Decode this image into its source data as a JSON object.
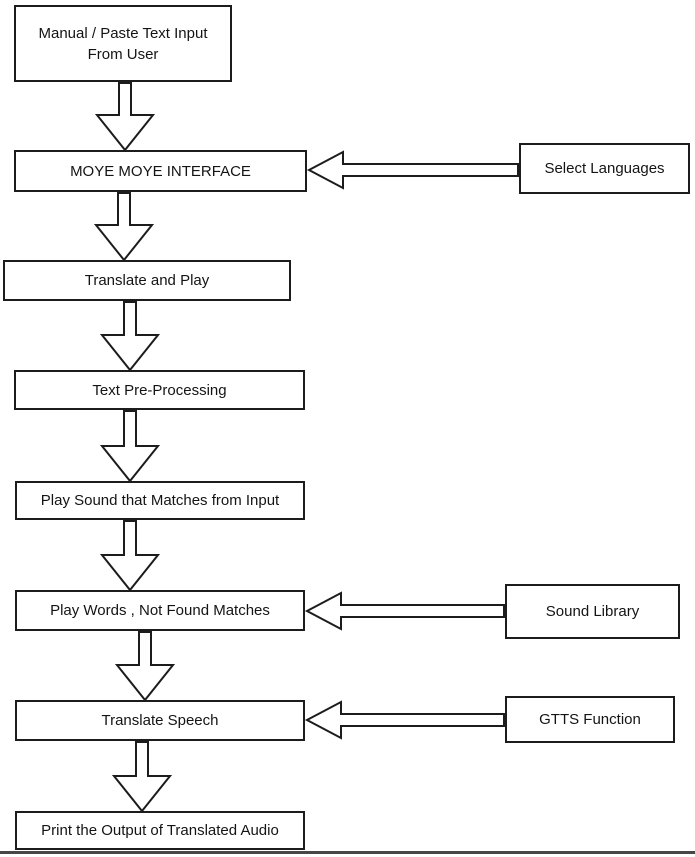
{
  "flowchart": {
    "nodes": [
      {
        "id": "input",
        "label": "Manual / Paste Text Input From User"
      },
      {
        "id": "interface",
        "label": "MOYE MOYE INTERFACE"
      },
      {
        "id": "translate_play",
        "label": "Translate and Play"
      },
      {
        "id": "preprocess",
        "label": "Text Pre-Processing"
      },
      {
        "id": "play_sound",
        "label": "Play Sound that Matches from Input"
      },
      {
        "id": "play_words",
        "label": "Play Words , Not Found Matches"
      },
      {
        "id": "translate_speech",
        "label": "Translate Speech"
      },
      {
        "id": "print_output",
        "label": "Print the Output of Translated Audio"
      },
      {
        "id": "select_languages",
        "label": "Select Languages"
      },
      {
        "id": "sound_library",
        "label": "Sound Library"
      },
      {
        "id": "gtts",
        "label": "GTTS Function"
      }
    ],
    "edges": [
      {
        "from": "input",
        "to": "interface"
      },
      {
        "from": "interface",
        "to": "translate_play"
      },
      {
        "from": "translate_play",
        "to": "preprocess"
      },
      {
        "from": "preprocess",
        "to": "play_sound"
      },
      {
        "from": "play_sound",
        "to": "play_words"
      },
      {
        "from": "play_words",
        "to": "translate_speech"
      },
      {
        "from": "translate_speech",
        "to": "print_output"
      },
      {
        "from": "select_languages",
        "to": "interface"
      },
      {
        "from": "sound_library",
        "to": "play_words"
      },
      {
        "from": "gtts",
        "to": "translate_speech"
      }
    ],
    "colors": {
      "line": "#1c1c1c",
      "node_fill": "#ffffff",
      "background": "#ffffff",
      "bottom_rule": "#474747"
    }
  }
}
